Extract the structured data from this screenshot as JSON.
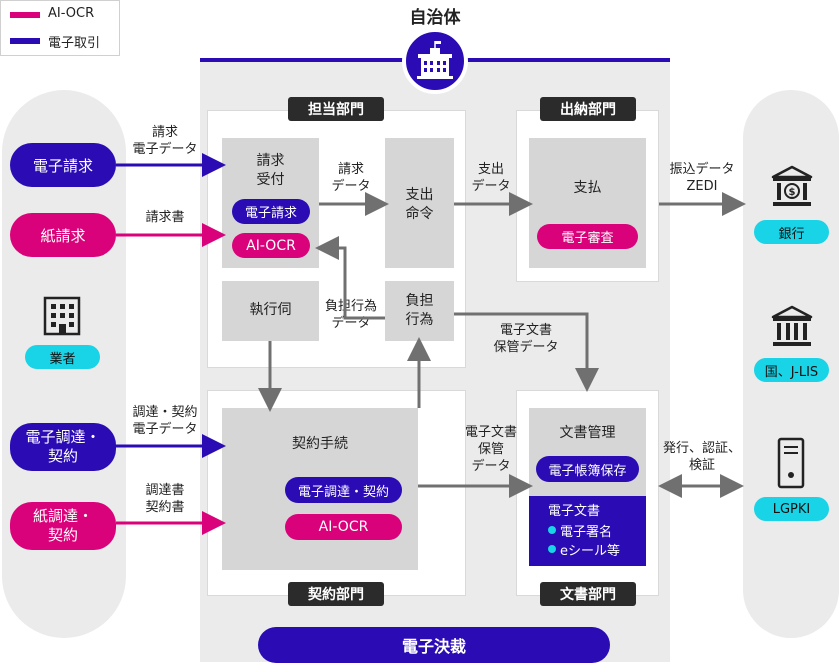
{
  "legend": {
    "ai_ocr": "AI-OCR",
    "e_trade": "電子取引"
  },
  "colors": {
    "magenta": "#d9027a",
    "navy": "#2a0bb4",
    "cyan": "#19d3e6",
    "dark": "#2b2b2b",
    "gray_box": "#d6d6d6",
    "arrow_gray": "#707070"
  },
  "municipality": {
    "title": "自治体",
    "icon": "government-building-icon"
  },
  "left": {
    "e_invoice": "電子請求",
    "paper_invoice": "紙請求",
    "vendor_icon": "office-building-icon",
    "vendor": "業者",
    "e_procure": "電子調達・\n契約",
    "paper_procure": "紙調達・\n契約"
  },
  "arrows_left": {
    "invoice_data": "請求\n電子データ",
    "invoice_doc": "請求書",
    "procure_data": "調達・契約\n電子データ",
    "procure_doc": "調達書\n契約書"
  },
  "dept_tanto": {
    "label": "担当部門",
    "receive": "請求\n受付",
    "e_invoice": "電子請求",
    "ai_ocr": "AI-OCR",
    "invoice_data": "請求\nデータ",
    "payment_order": "支出\n命令",
    "execution": "執行伺",
    "burden_data": "負担行為\nデータ",
    "burden": "負担\n行為"
  },
  "dept_suitou": {
    "label": "出納部門",
    "expense_data": "支出\nデータ",
    "payment": "支払",
    "e_audit": "電子審査"
  },
  "dept_keiyaku": {
    "label": "契約部門",
    "procedure": "契約手続",
    "e_procure": "電子調達・契約",
    "ai_ocr": "AI-OCR"
  },
  "dept_bunsho": {
    "label": "文書部門",
    "e_doc_storage": "電子文書\n保管データ",
    "e_doc_storage2": "電子文書\n保管\nデータ",
    "doc_mgmt": "文書管理",
    "e_ledger": "電子帳簿保存",
    "e_doc_title": "電子文書",
    "e_sign": "電子署名",
    "e_seal": "eシール等"
  },
  "right": {
    "transfer": "振込データ\nZEDI",
    "bank_icon": "bank-icon",
    "bank": "銀行",
    "gov_icon": "institution-icon",
    "gov": "国、J-LIS",
    "issue": "発行、認証、\n検証",
    "server_icon": "server-icon",
    "lgpki": "LGPKI"
  },
  "bottom": {
    "e_settlement": "電子決裁"
  }
}
